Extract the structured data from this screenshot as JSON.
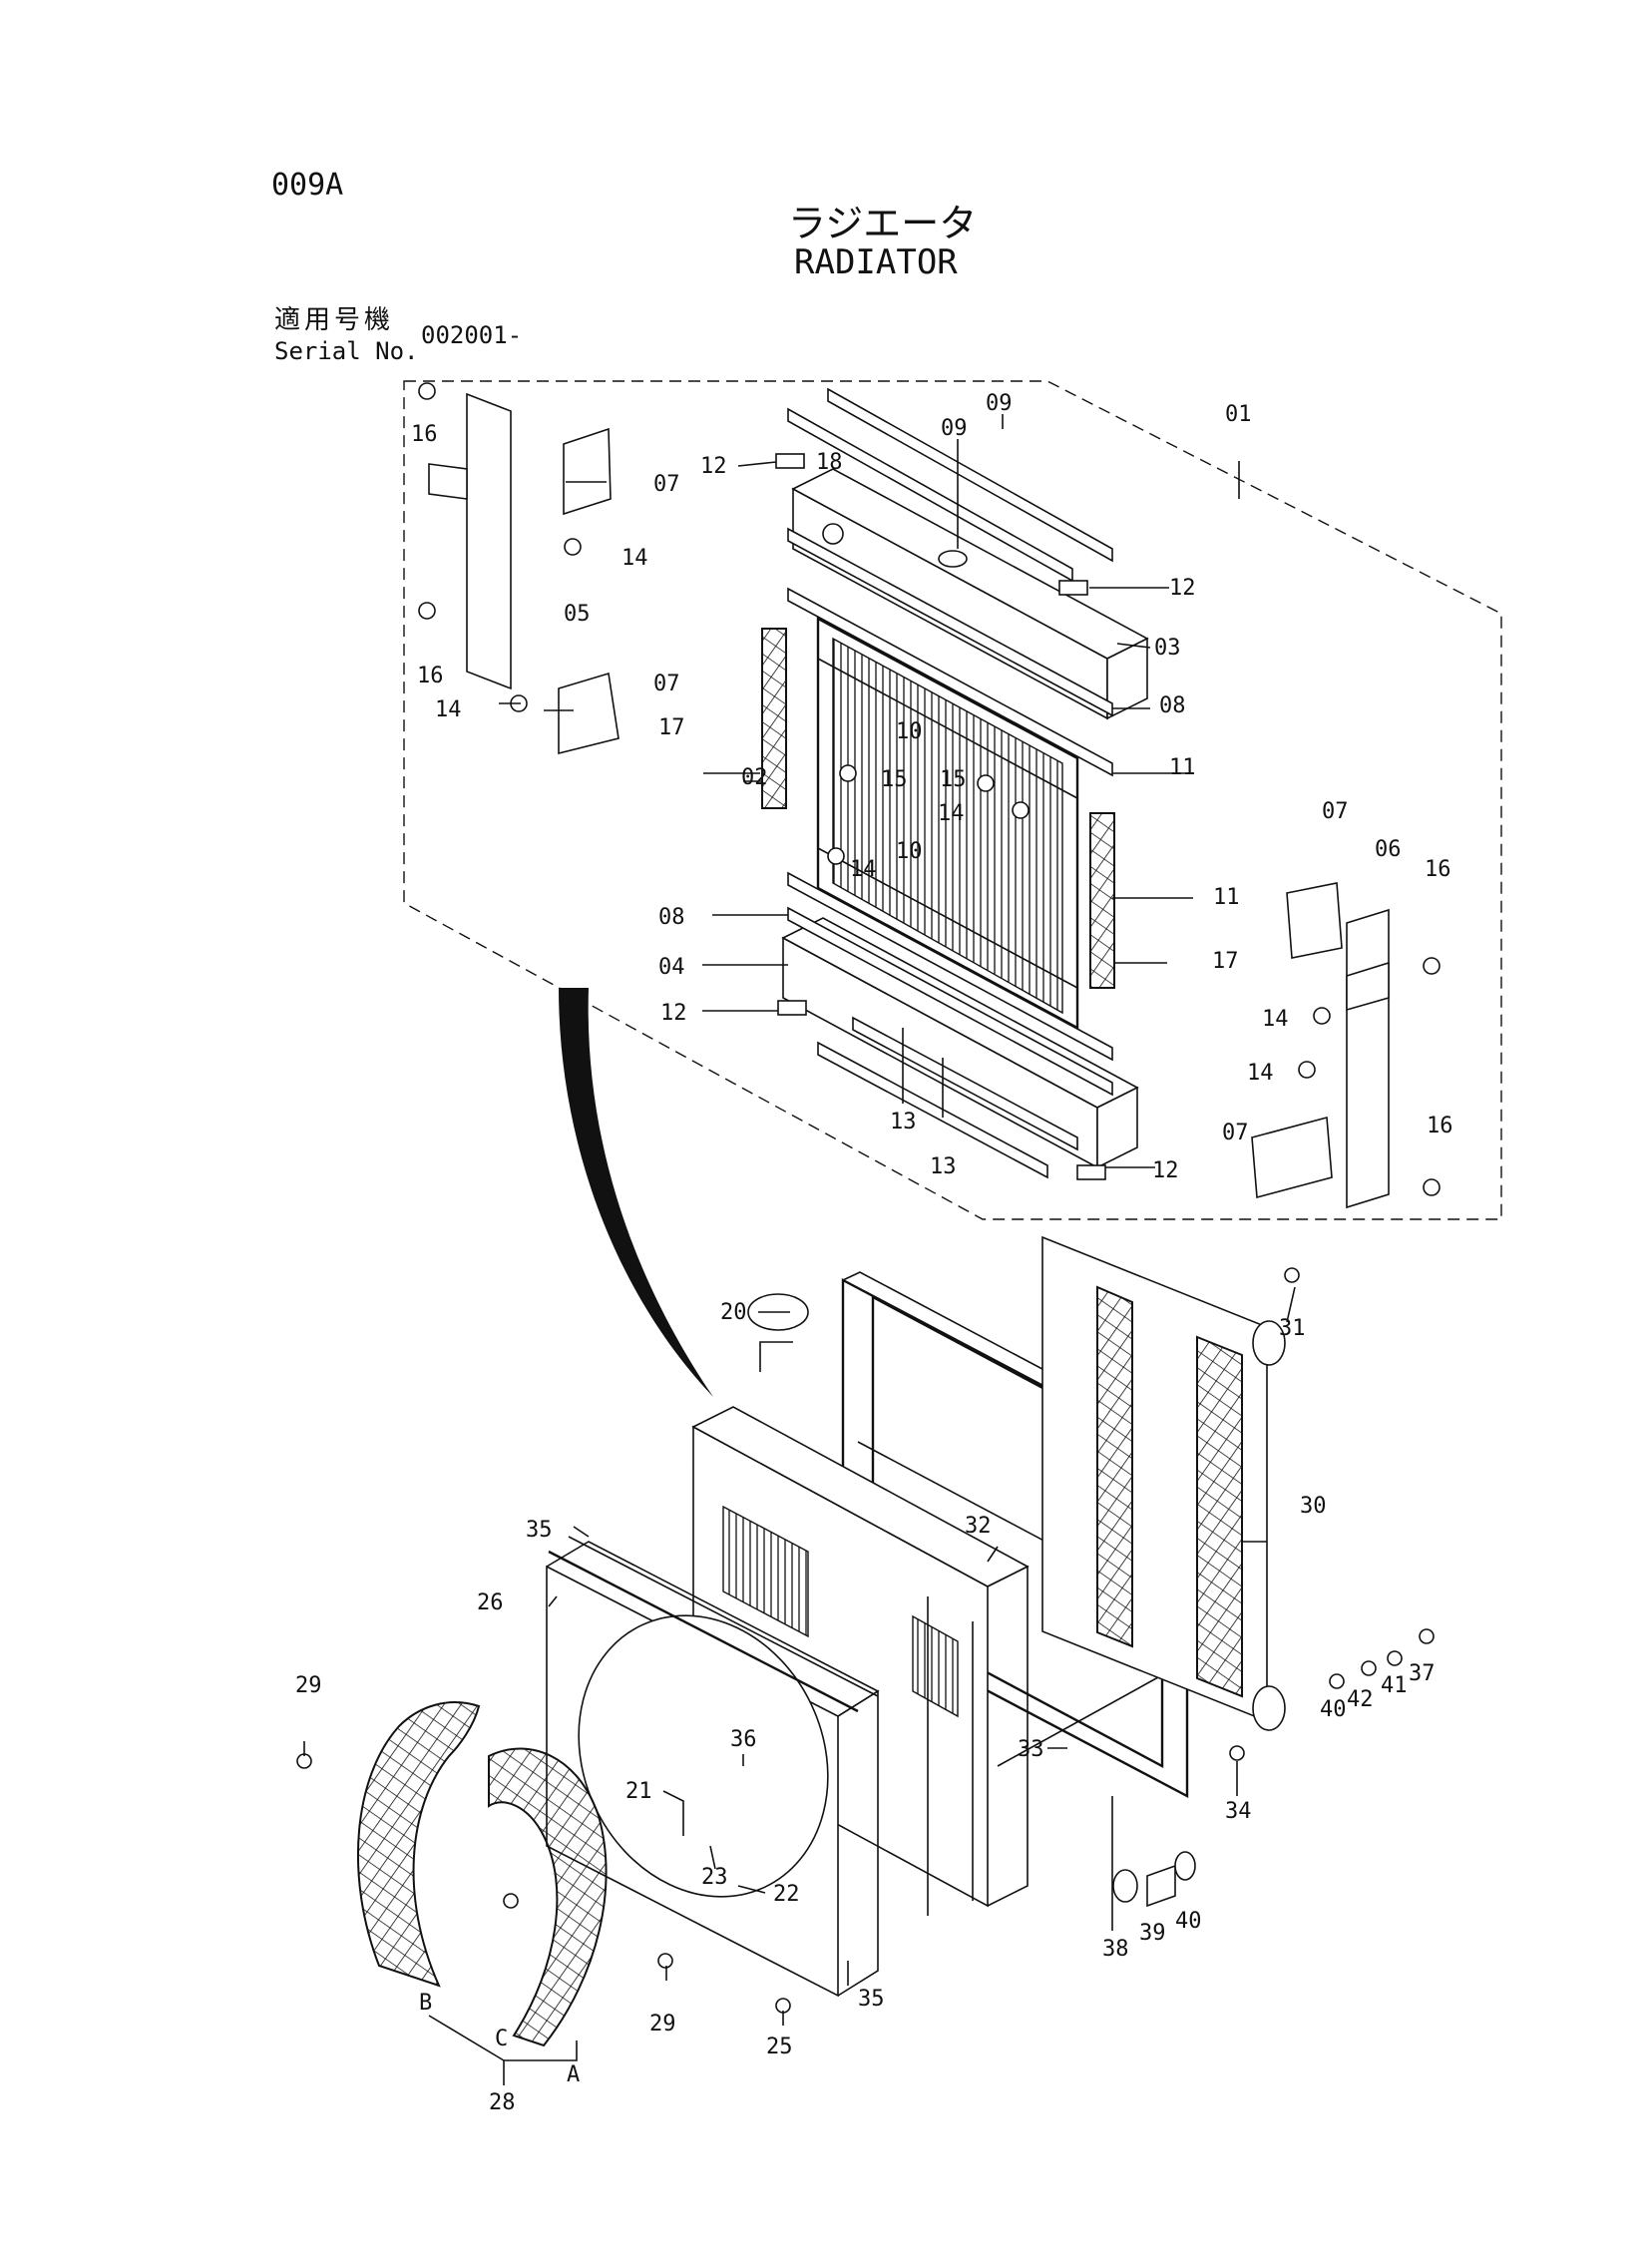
{
  "header": {
    "page_code": "009A",
    "title_jp": "ラジエータ",
    "title_en": "RADIATOR",
    "serial_label_jp": "適用号機",
    "serial_label_en": "Serial No.",
    "serial_value": "002001-"
  },
  "callouts": {
    "c01": "01",
    "c02": "02",
    "c03": "03",
    "c04": "04",
    "c05": "05",
    "c06": "06",
    "c07a": "07",
    "c07b": "07",
    "c07c": "07",
    "c07d": "07",
    "c08a": "08",
    "c08b": "08",
    "c09a": "09",
    "c09b": "09",
    "c10a": "10",
    "c10b": "10",
    "c11a": "11",
    "c11b": "11",
    "c12a": "12",
    "c12b": "12",
    "c12c": "12",
    "c12d": "12",
    "c13a": "13",
    "c13b": "13",
    "c14a": "14",
    "c14b": "14",
    "c14c": "14",
    "c14d": "14",
    "c14e": "14",
    "c14f": "14",
    "c15a": "15",
    "c15b": "15",
    "c16a": "16",
    "c16b": "16",
    "c16c": "16",
    "c16d": "16",
    "c17a": "17",
    "c17b": "17",
    "c18": "18",
    "c20": "20",
    "c21": "21",
    "c22": "22",
    "c23": "23",
    "c25": "25",
    "c26": "26",
    "c28": "28",
    "c29a": "29",
    "c29b": "29",
    "c30": "30",
    "c31": "31",
    "c32": "32",
    "c33": "33",
    "c34": "34",
    "c35a": "35",
    "c35b": "35",
    "c36": "36",
    "c37": "37",
    "c38": "38",
    "c39": "39",
    "c40a": "40",
    "c40b": "40",
    "c41": "41",
    "c42": "42",
    "cA": "A",
    "cB": "B",
    "cC": "C"
  }
}
